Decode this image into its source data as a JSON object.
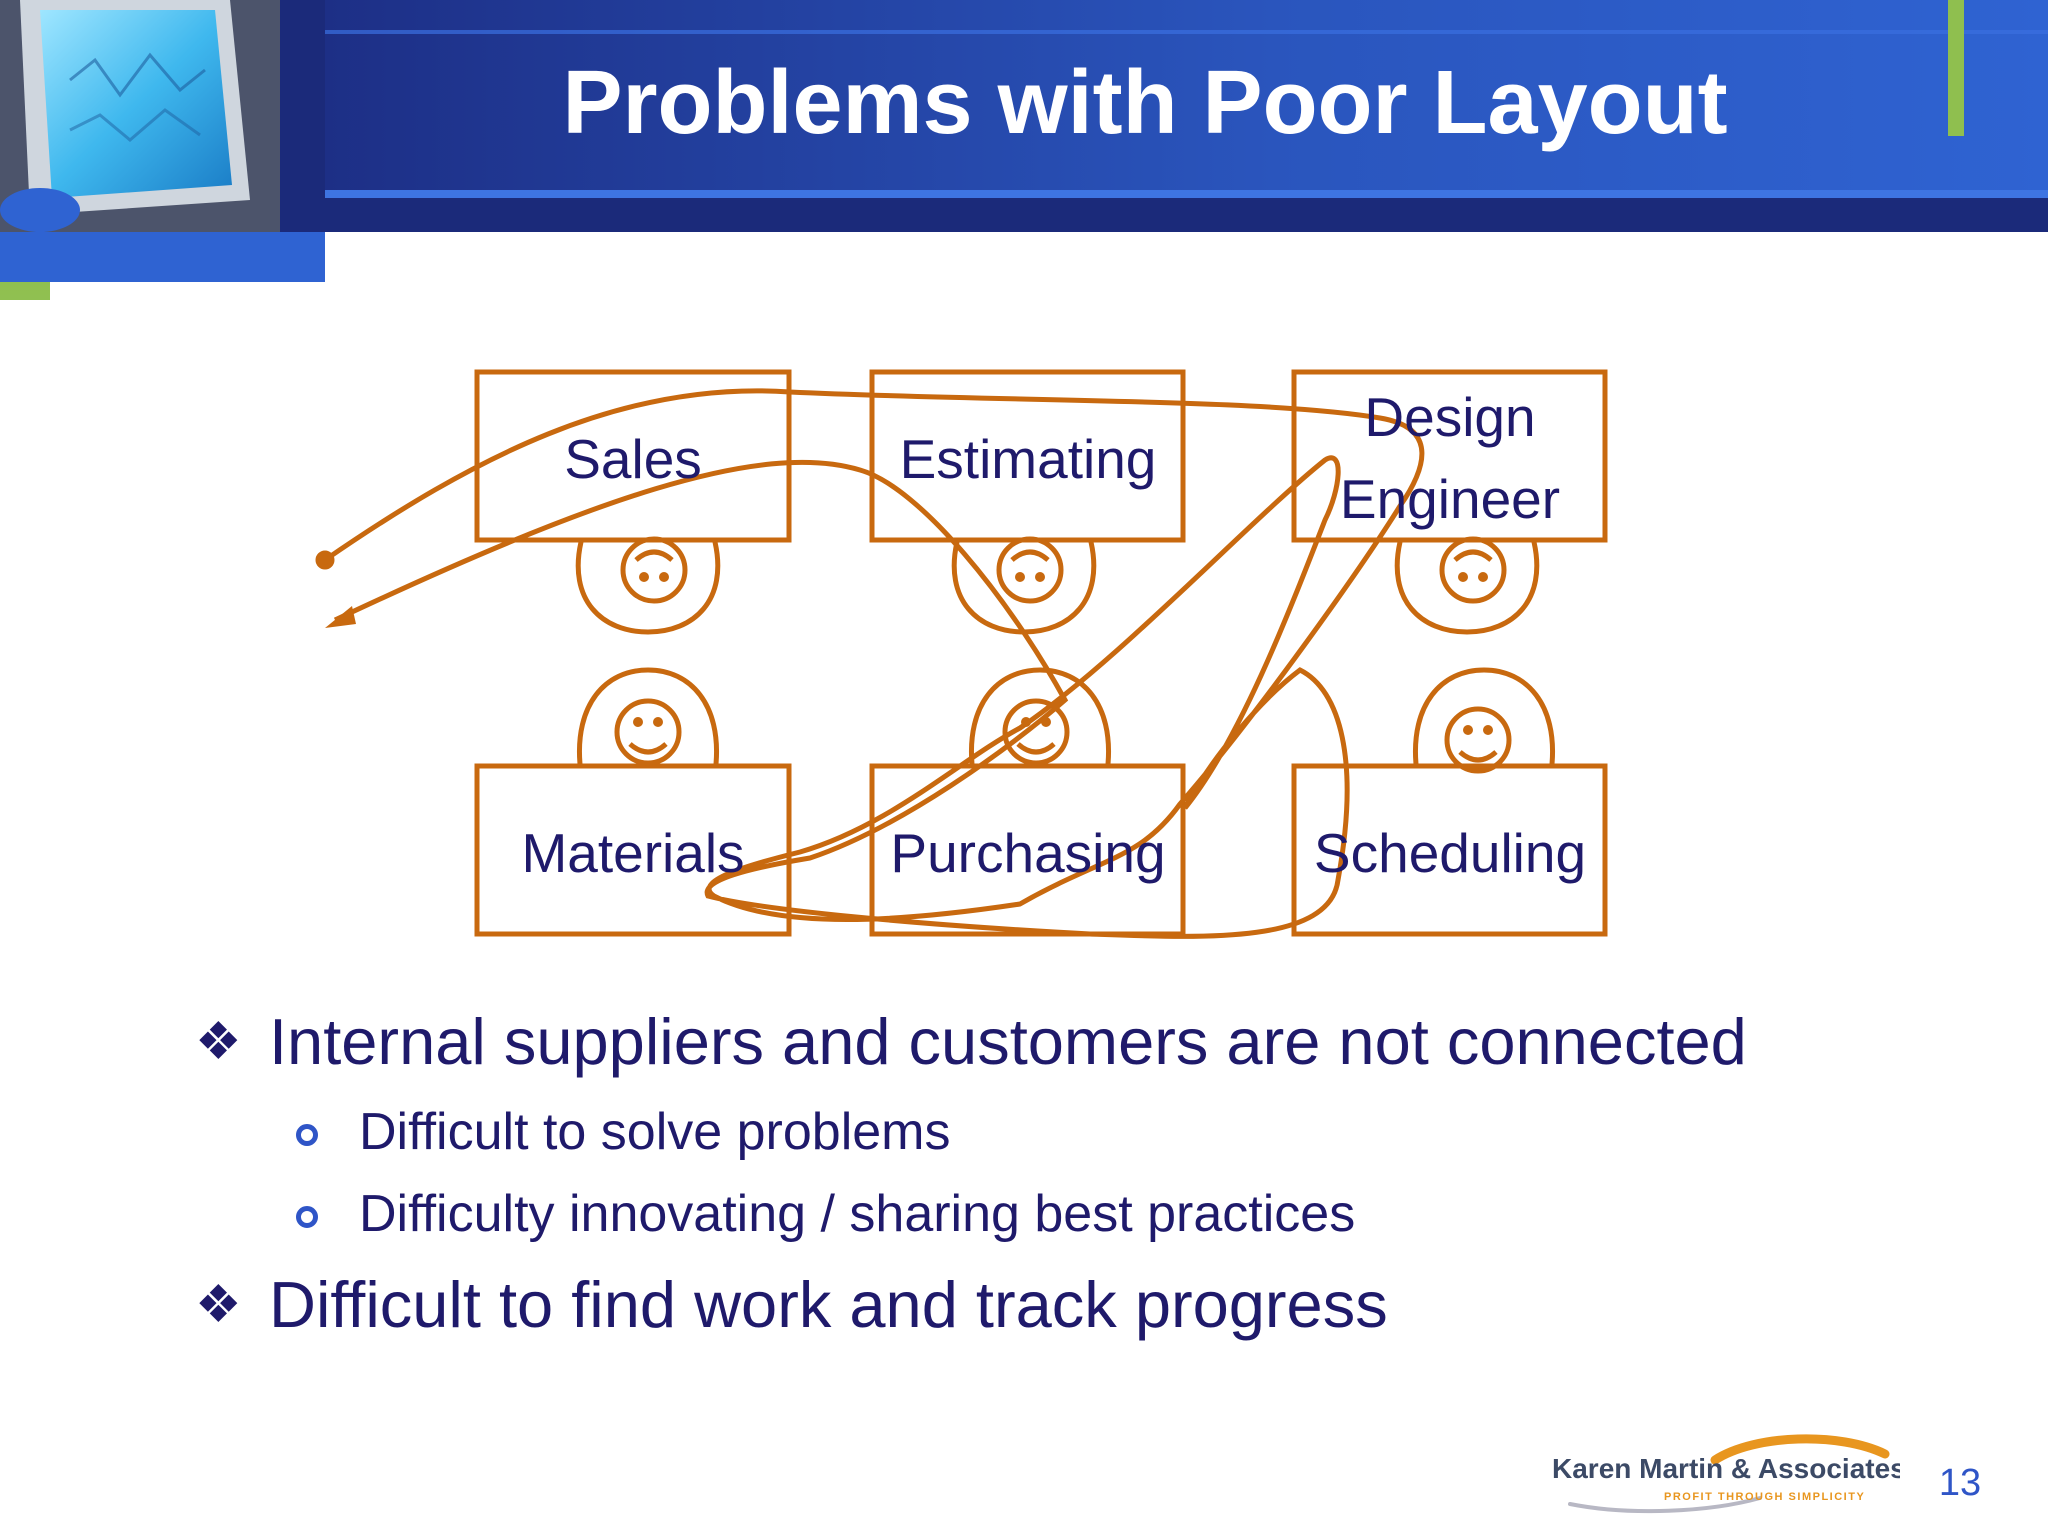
{
  "slide": {
    "title": "Problems with Poor Layout",
    "page_number": "13"
  },
  "diagram": {
    "departments": [
      "Sales",
      "Estimating",
      "Design Engineer",
      "Materials",
      "Purchasing",
      "Scheduling"
    ],
    "design_engineer_lines": [
      "Design",
      "Engineer"
    ],
    "top_row_faces": "frowning",
    "bottom_row_faces": "smiling"
  },
  "bullets": [
    {
      "text": "Internal suppliers and customers are not connected",
      "children": [
        "Difficult to solve problems",
        "Difficulty innovating / sharing best practices"
      ]
    },
    {
      "text": "Difficult to find work and track progress",
      "children": []
    }
  ],
  "logo": {
    "name": "Karen Martin & Associates",
    "tagline": "PROFIT THROUGH SIMPLICITY"
  },
  "colors": {
    "header_dark": "#1b2a7a",
    "header_blue": "#2f5fc9",
    "accent_green": "#8fbf4f",
    "diagram_orange": "#c8690f",
    "text_navy": "#1f1a6b"
  }
}
